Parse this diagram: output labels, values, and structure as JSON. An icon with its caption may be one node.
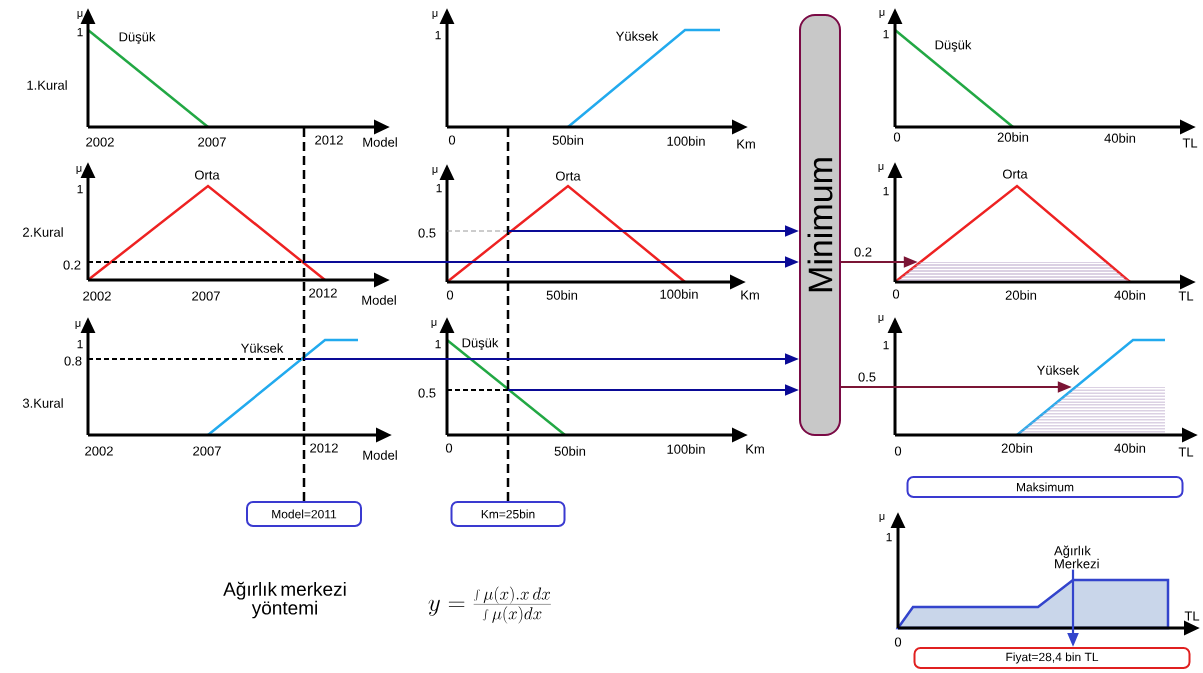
{
  "diagram": {
    "nodes": [
      {
        "text": [
          "Minimum"
        ]
      },
      {
        "text": [
          "Maksimum"
        ]
      },
      {
        "text": [
          "Model=2011"
        ]
      },
      {
        "text": [
          "Km=25bin"
        ]
      },
      {
        "text": [
          "Fiyat=28,4 bin TL"
        ]
      },
      {
        "text": [
          "Ağırlık Merkezi"
        ]
      },
      {
        "text": [],
        "shape": "area"
      },
      {
        "text": [],
        "shape": "area"
      }
    ],
    "edges": [
      {
        "from": 2,
        "to": null,
        "arrow": "none",
        "style": "dashed",
        "color": "#000000"
      },
      {
        "from": 3,
        "to": null,
        "arrow": "none",
        "style": "dashed",
        "color": "#000000"
      },
      {
        "from": null,
        "to": 0,
        "arrow": "to"
      },
      {
        "from": null,
        "to": 0,
        "arrow": "to"
      },
      {
        "from": null,
        "to": 0,
        "arrow": "to"
      },
      {
        "from": null,
        "to": 0,
        "arrow": "to"
      },
      {
        "from": 0,
        "to": 6,
        "arrow": "to",
        "label": "0.2",
        "color": "#7b1535"
      },
      {
        "from": 0,
        "to": 7,
        "arrow": "to",
        "label": "0.5",
        "color": "#7b1535"
      },
      {
        "from": 5,
        "to": 4,
        "arrow": "to",
        "color": "#3344cc"
      }
    ],
    "labels": [
      "1.Kural",
      "μ",
      "1",
      "Düşük",
      "2002",
      "2007",
      "2012",
      "Model",
      "μ",
      "1",
      "Yüksek",
      "0",
      "50bin",
      "100bin",
      "Km",
      "μ",
      "1",
      "Düşük",
      "0",
      "20bin",
      "40bin",
      "TL",
      "2.Kural",
      "μ",
      "1",
      "Orta",
      "0.2",
      "2002",
      "2007",
      "2012",
      "Model",
      "μ",
      "1",
      "Orta",
      "0.5",
      "0",
      "50bin",
      "100bin",
      "Km",
      "μ",
      "1",
      "Orta",
      "0",
      "20bin",
      "40bin",
      "TL",
      "3.Kural",
      "μ",
      "1",
      "0.8",
      "Yüksek",
      "2002",
      "2007",
      "2012",
      "Model",
      "μ",
      "1",
      "Düşük",
      "0.5",
      "0",
      "50bin",
      "100bin",
      "Km",
      "μ",
      "1",
      "Yüksek",
      "0",
      "20bin",
      "40bin",
      "TL",
      "μ",
      "1",
      "TL",
      "0",
      "Ağırlık merkezi yöntemi",
      "y=\\frac{\\int \\mu(x).x\\,dx}{\\int \\mu(x)dx}"
    ]
  }
}
